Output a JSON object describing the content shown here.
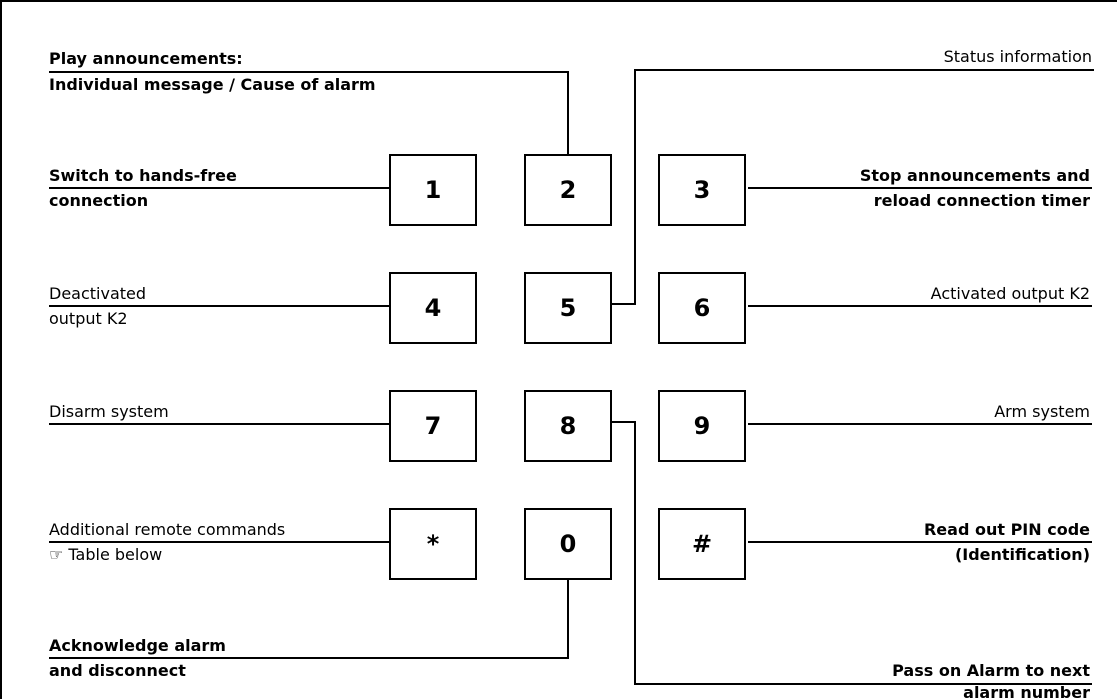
{
  "keypad": {
    "k1": "1",
    "k2": "2",
    "k3": "3",
    "k4": "4",
    "k5": "5",
    "k6": "6",
    "k7": "7",
    "k8": "8",
    "k9": "9",
    "kstar": "*",
    "k0": "0",
    "khash": "#"
  },
  "labels": {
    "play_line1": "Play announcements:",
    "play_line2": "Individual message / Cause of alarm",
    "status": "Status information",
    "handsfree_line1": "Switch to hands-free",
    "handsfree_line2": "connection",
    "stop_line1": "Stop announcements and",
    "stop_line2": "reload connection timer",
    "deactivated_line1": "Deactivated",
    "deactivated_line2": "output K2",
    "activated": "Activated output K2",
    "disarm": "Disarm system",
    "arm": "Arm system",
    "additional_line1": "Additional remote commands",
    "additional_line2": "☞ Table below",
    "pin_line1": "Read out  PIN code",
    "pin_line2": "(Identification)",
    "ack_line1": "Acknowledge alarm",
    "ack_line2": "and disconnect",
    "pass_line1": "Pass on Alarm to next",
    "pass_line2": "alarm number"
  }
}
